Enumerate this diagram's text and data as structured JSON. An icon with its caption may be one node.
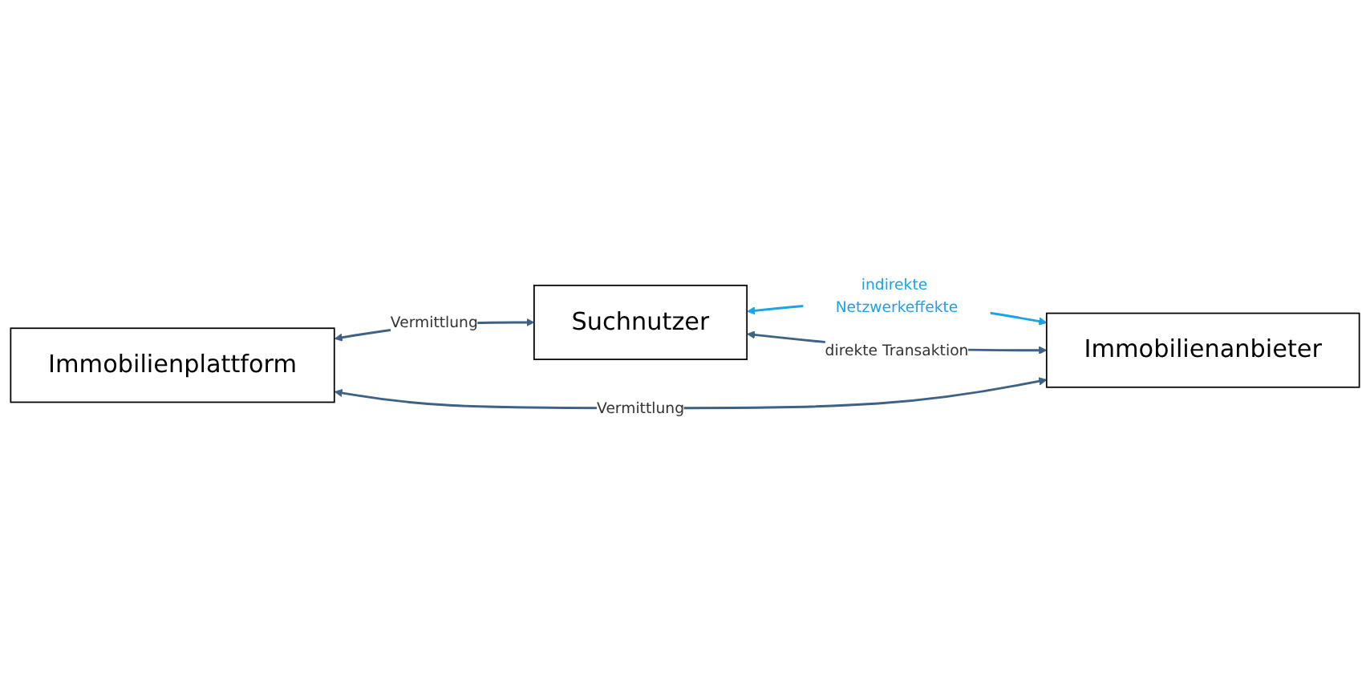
{
  "diagram": {
    "nodes": [
      {
        "text": [
          "Suchnutzer"
        ]
      },
      {
        "text": [
          "Immobilienplattform"
        ]
      },
      {
        "text": [
          "Immobilienanbieter"
        ]
      }
    ],
    "edges": [
      {
        "from": 1,
        "to": 0,
        "arrow": "both",
        "label": "Vermittlung"
      },
      {
        "from": 0,
        "to": 2,
        "arrow": "both",
        "label": "indirekte Netzwerkeffekte",
        "color": "#1aa3e8"
      },
      {
        "from": 0,
        "to": 2,
        "arrow": "both",
        "label": "direkte Transaktion"
      },
      {
        "from": 1,
        "to": 2,
        "arrow": "both",
        "label": "Vermittlung"
      }
    ]
  }
}
